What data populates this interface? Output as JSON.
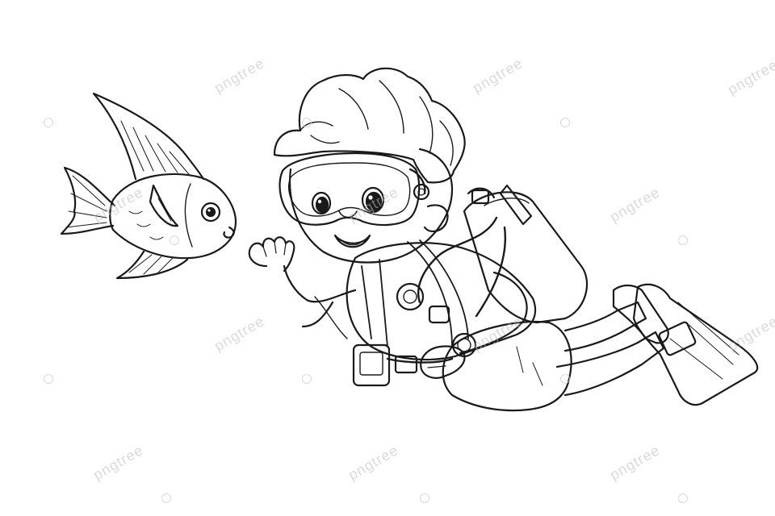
{
  "watermark": {
    "text": "pngtree",
    "color": "#bdbdbd"
  },
  "illustration": {
    "style": "black-and-white line art coloring page",
    "subjects": [
      "boy-scuba-diver",
      "angelfish"
    ],
    "line_color": "#1a1a1a",
    "background_color": "#ffffff"
  }
}
